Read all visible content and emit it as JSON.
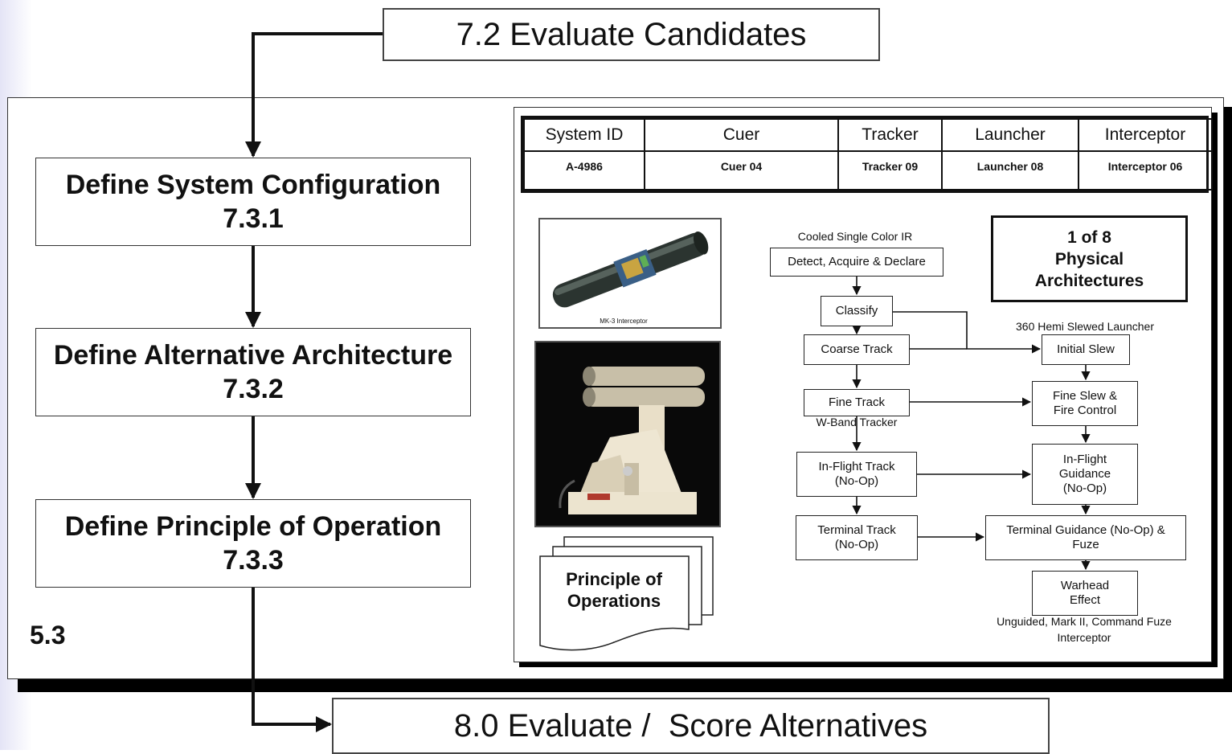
{
  "header": {
    "title": "7.2 Evaluate Candidates"
  },
  "footer": {
    "title": "8.0 Evaluate /  Score Alternatives"
  },
  "section_label": "5.3",
  "steps": [
    {
      "title": "Define System Configuration",
      "number": "7.3.1"
    },
    {
      "title": "Define Alternative Architecture",
      "number": "7.3.2"
    },
    {
      "title": "Define Principle of Operation",
      "number": "7.3.3"
    }
  ],
  "system_table": {
    "headers": [
      "System ID",
      "Cuer",
      "Tracker",
      "Launcher",
      "Interceptor"
    ],
    "row": [
      "A-4986",
      "Cuer 04",
      "Tracker 09",
      "Launcher 08",
      "Interceptor 06"
    ]
  },
  "images": {
    "interceptor_caption": "MK-3 Interceptor"
  },
  "principle_doc": {
    "line1": "Principle of",
    "line2": "Operations"
  },
  "arch_badge": {
    "line1": "1 of 8",
    "line2": "Physical",
    "line3": "Architectures"
  },
  "flow": {
    "cuer_label": "Cooled Single Color IR",
    "detect": "Detect, Acquire & Declare",
    "classify": "Classify",
    "coarse_track": "Coarse Track",
    "fine_track": "Fine Track",
    "tracker_label": "W-Band Tracker",
    "inflight_track_1": "In-Flight Track",
    "inflight_track_2": "(No-Op)",
    "terminal_track_1": "Terminal Track",
    "terminal_track_2": "(No-Op)",
    "launcher_label": "360 Hemi Slewed Launcher",
    "initial_slew": "Initial Slew",
    "fine_slew_1": "Fine Slew &",
    "fine_slew_2": "Fire Control",
    "inflight_guidance_1": "In-Flight",
    "inflight_guidance_2": "Guidance",
    "inflight_guidance_3": "(No-Op)",
    "terminal_guidance_1": "Terminal Guidance (No-Op) &",
    "terminal_guidance_2": "Fuze",
    "warhead_1": "Warhead",
    "warhead_2": "Effect",
    "interceptor_label_1": "Unguided, Mark II, Command Fuze",
    "interceptor_label_2": "Interceptor"
  },
  "colors": {
    "frame_shadow": "#000000",
    "tint": "#e4e4f6"
  }
}
